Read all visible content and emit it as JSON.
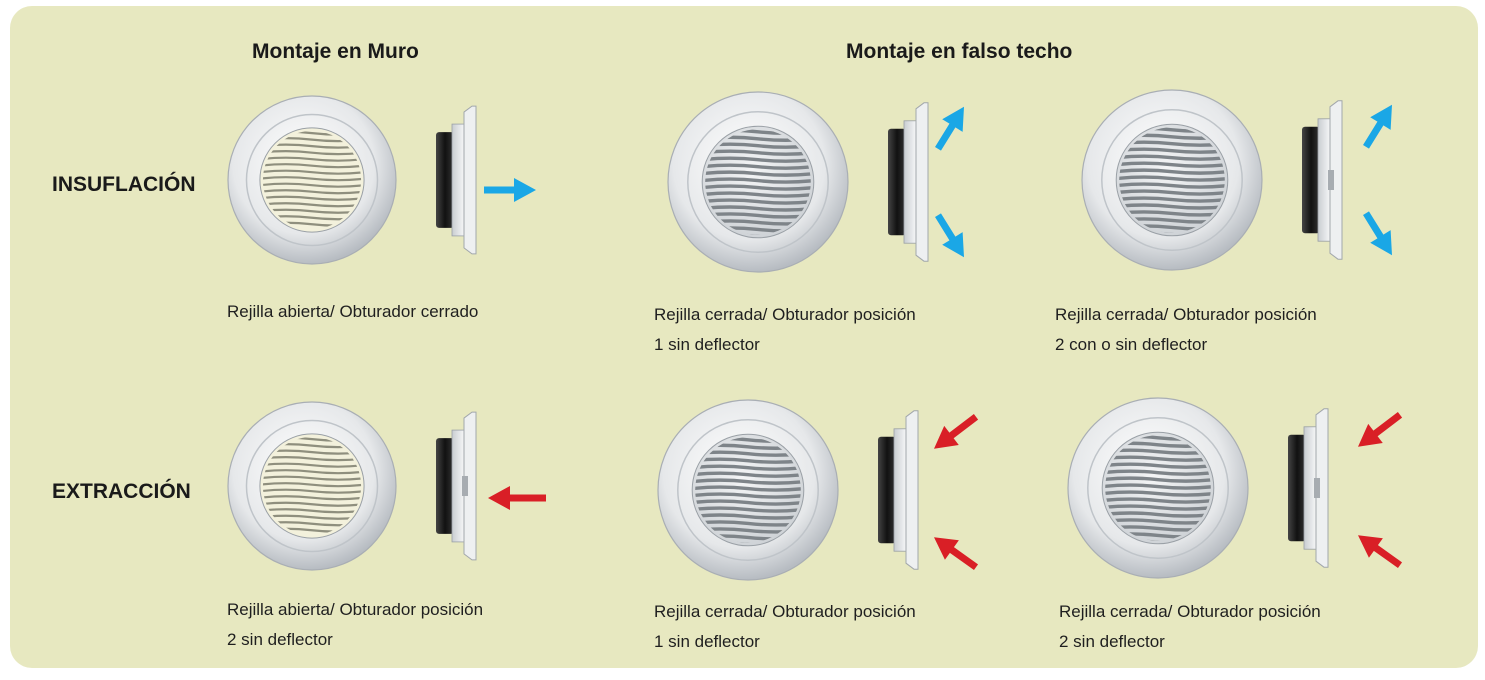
{
  "headers": {
    "wall": "Montaje en Muro",
    "ceiling": "Montaje en falso techo"
  },
  "rows": {
    "supply": "INSUFLACIÓN",
    "extract": "EXTRACCIÓN"
  },
  "captions": {
    "supply_wall": [
      "Rejilla abierta/ Obturador cerrado"
    ],
    "supply_ceiling_1": [
      "Rejilla cerrada/ Obturador posición",
      "1 sin deflector"
    ],
    "supply_ceiling_2": [
      "Rejilla cerrada/ Obturador posición",
      "2 con o sin deflector"
    ],
    "extract_wall": [
      "Rejilla abierta/ Obturador posición",
      "2 sin deflector"
    ],
    "extract_ceiling_1": [
      "Rejilla cerrada/ Obturador posición",
      "1 sin deflector"
    ],
    "extract_ceiling_2": [
      "Rejilla cerrada/ Obturador posición",
      "2 sin deflector"
    ]
  },
  "colors": {
    "panel": "#e7e8c0",
    "supply_arrow": "#1aa7e6",
    "extract_arrow": "#d91f26"
  },
  "icons": {
    "supply_arrow": "arrow-blue",
    "extract_arrow": "arrow-red"
  }
}
